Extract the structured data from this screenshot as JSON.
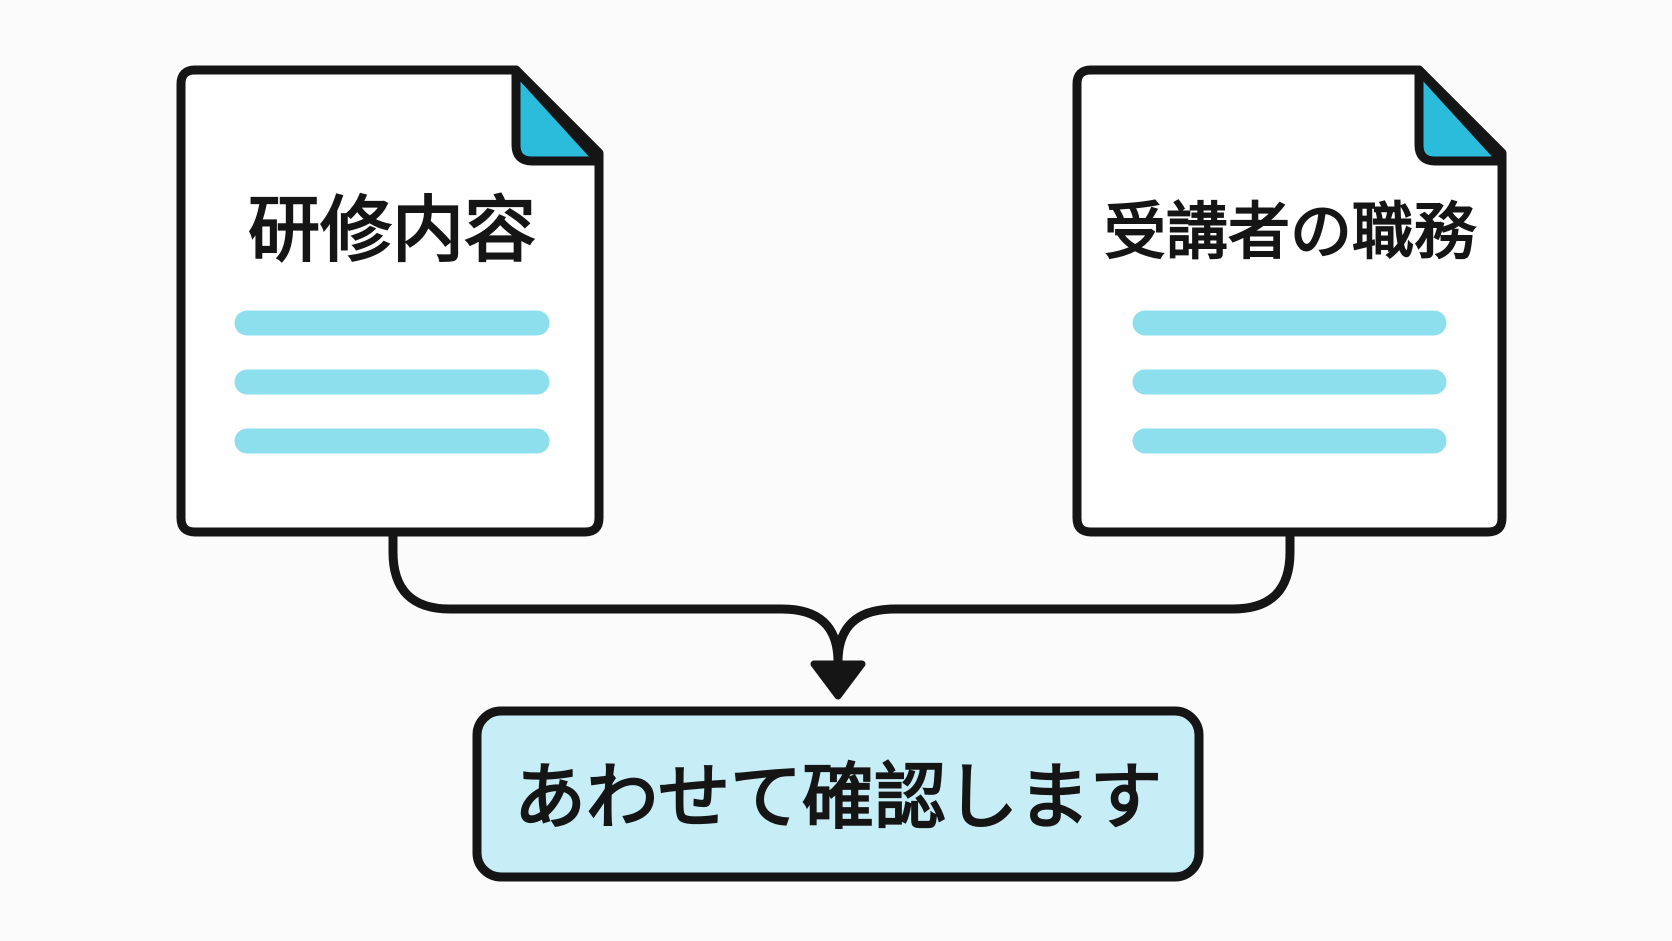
{
  "documents": [
    {
      "title": "研修内容"
    },
    {
      "title": "受講者の職務"
    }
  ],
  "result": {
    "label": "あわせて確認します"
  },
  "colors": {
    "outline": "#151515",
    "page_fill": "#ffffff",
    "corner_fold": "#2bbcdc",
    "text_line": "#8edfee",
    "result_fill": "#c7eef6",
    "background": "#fbfbfb"
  }
}
